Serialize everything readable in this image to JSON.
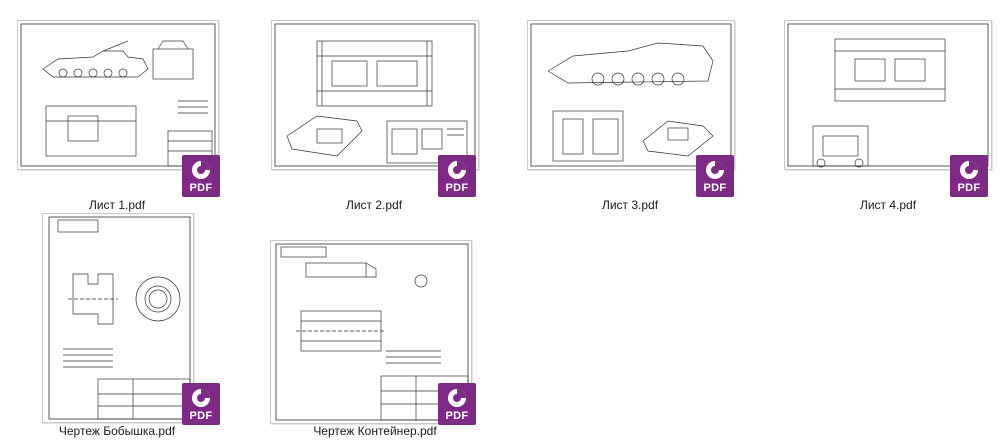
{
  "files": [
    {
      "name": "Лист 1.pdf",
      "badge": "PDF"
    },
    {
      "name": "Лист 2.pdf",
      "badge": "PDF"
    },
    {
      "name": "Лист 3.pdf",
      "badge": "PDF"
    },
    {
      "name": "Лист 4.pdf",
      "badge": "PDF"
    },
    {
      "name": "Чертеж Бобышка.pdf",
      "badge": "PDF"
    },
    {
      "name": "Чертеж Контейнер.pdf",
      "badge": "PDF"
    }
  ],
  "accent": "#7d2a84",
  "icon": "pdf-file-icon"
}
